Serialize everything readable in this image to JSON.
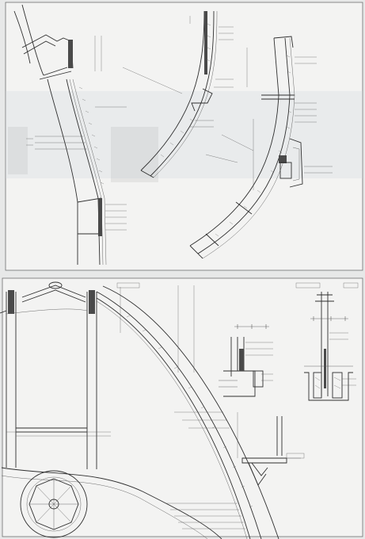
{
  "sheet": {
    "panels": [
      {
        "id": "plan-details"
      },
      {
        "id": "section-dome"
      }
    ]
  },
  "labels": {
    "top_left_callouts": 8,
    "top_middle_callouts": 7,
    "top_right_callouts": 10,
    "bottom_callouts": 14
  },
  "colors": {
    "paper": "#f3f3f2",
    "ink": "#3a3a3a",
    "frame": "#6f6f6f",
    "background": "#e7e8e8"
  }
}
